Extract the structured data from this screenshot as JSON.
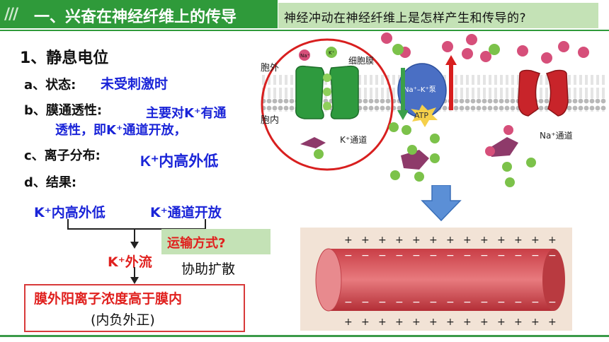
{
  "header": {
    "chevrons": "///",
    "title": "一、兴奋在神经纤维上的传导",
    "question": "神经冲动在神经纤维上是怎样产生和传导的?"
  },
  "section": {
    "heading": "1、静息电位",
    "state_label": "a、状态:",
    "state_value": "未受刺激时",
    "perm_label": "b、膜通透性:",
    "perm_line1": "主要对K⁺有通",
    "perm_line2": "透性，即K⁺通道开放，",
    "ion_label": "c、离子分布:",
    "ion_value": "K⁺内高外低",
    "result_label": "d、结果:"
  },
  "flow": {
    "k_in_high": "K⁺内高外低",
    "k_channel_open": "K⁺通道开放",
    "transport_question": "运输方式?",
    "k_outflow": "K⁺外流",
    "facilitated": "协助扩散",
    "result_line1": "膜外阳离子浓度高于膜内",
    "result_line2": "(内负外正)"
  },
  "diagram": {
    "outside_label": "胞外",
    "inside_label": "胞内",
    "membrane_label": "细胞膜",
    "pump_label": "Na⁺–K⁺泵",
    "atp_label": "ATP",
    "k_channel_label": "K⁺通道",
    "na_channel_label": "Na⁺通道",
    "na_ion": "Na⁺",
    "k_ion": "K⁺",
    "plus": "+",
    "minus": "−"
  },
  "colors": {
    "title_green": "#2f9a3a",
    "panel_green": "#c4e2b6",
    "text_blue": "#1a24d8",
    "text_red": "#e0201e",
    "na_ion": "#d64f7a",
    "k_ion": "#7cc24a",
    "k_channel": "#2e9a3e",
    "na_channel": "#c8242a",
    "pump": "#4a6fc4"
  }
}
